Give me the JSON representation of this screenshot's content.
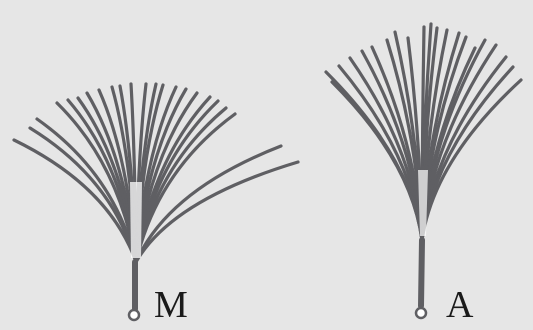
{
  "colors": {
    "background": "#e6e6e6",
    "stroke": "#5f5f63",
    "highlight": "#ffffff",
    "label": "#1a1a1a"
  },
  "panels": [
    {
      "id": "left",
      "label": "M"
    },
    {
      "id": "right",
      "label": "A"
    }
  ]
}
